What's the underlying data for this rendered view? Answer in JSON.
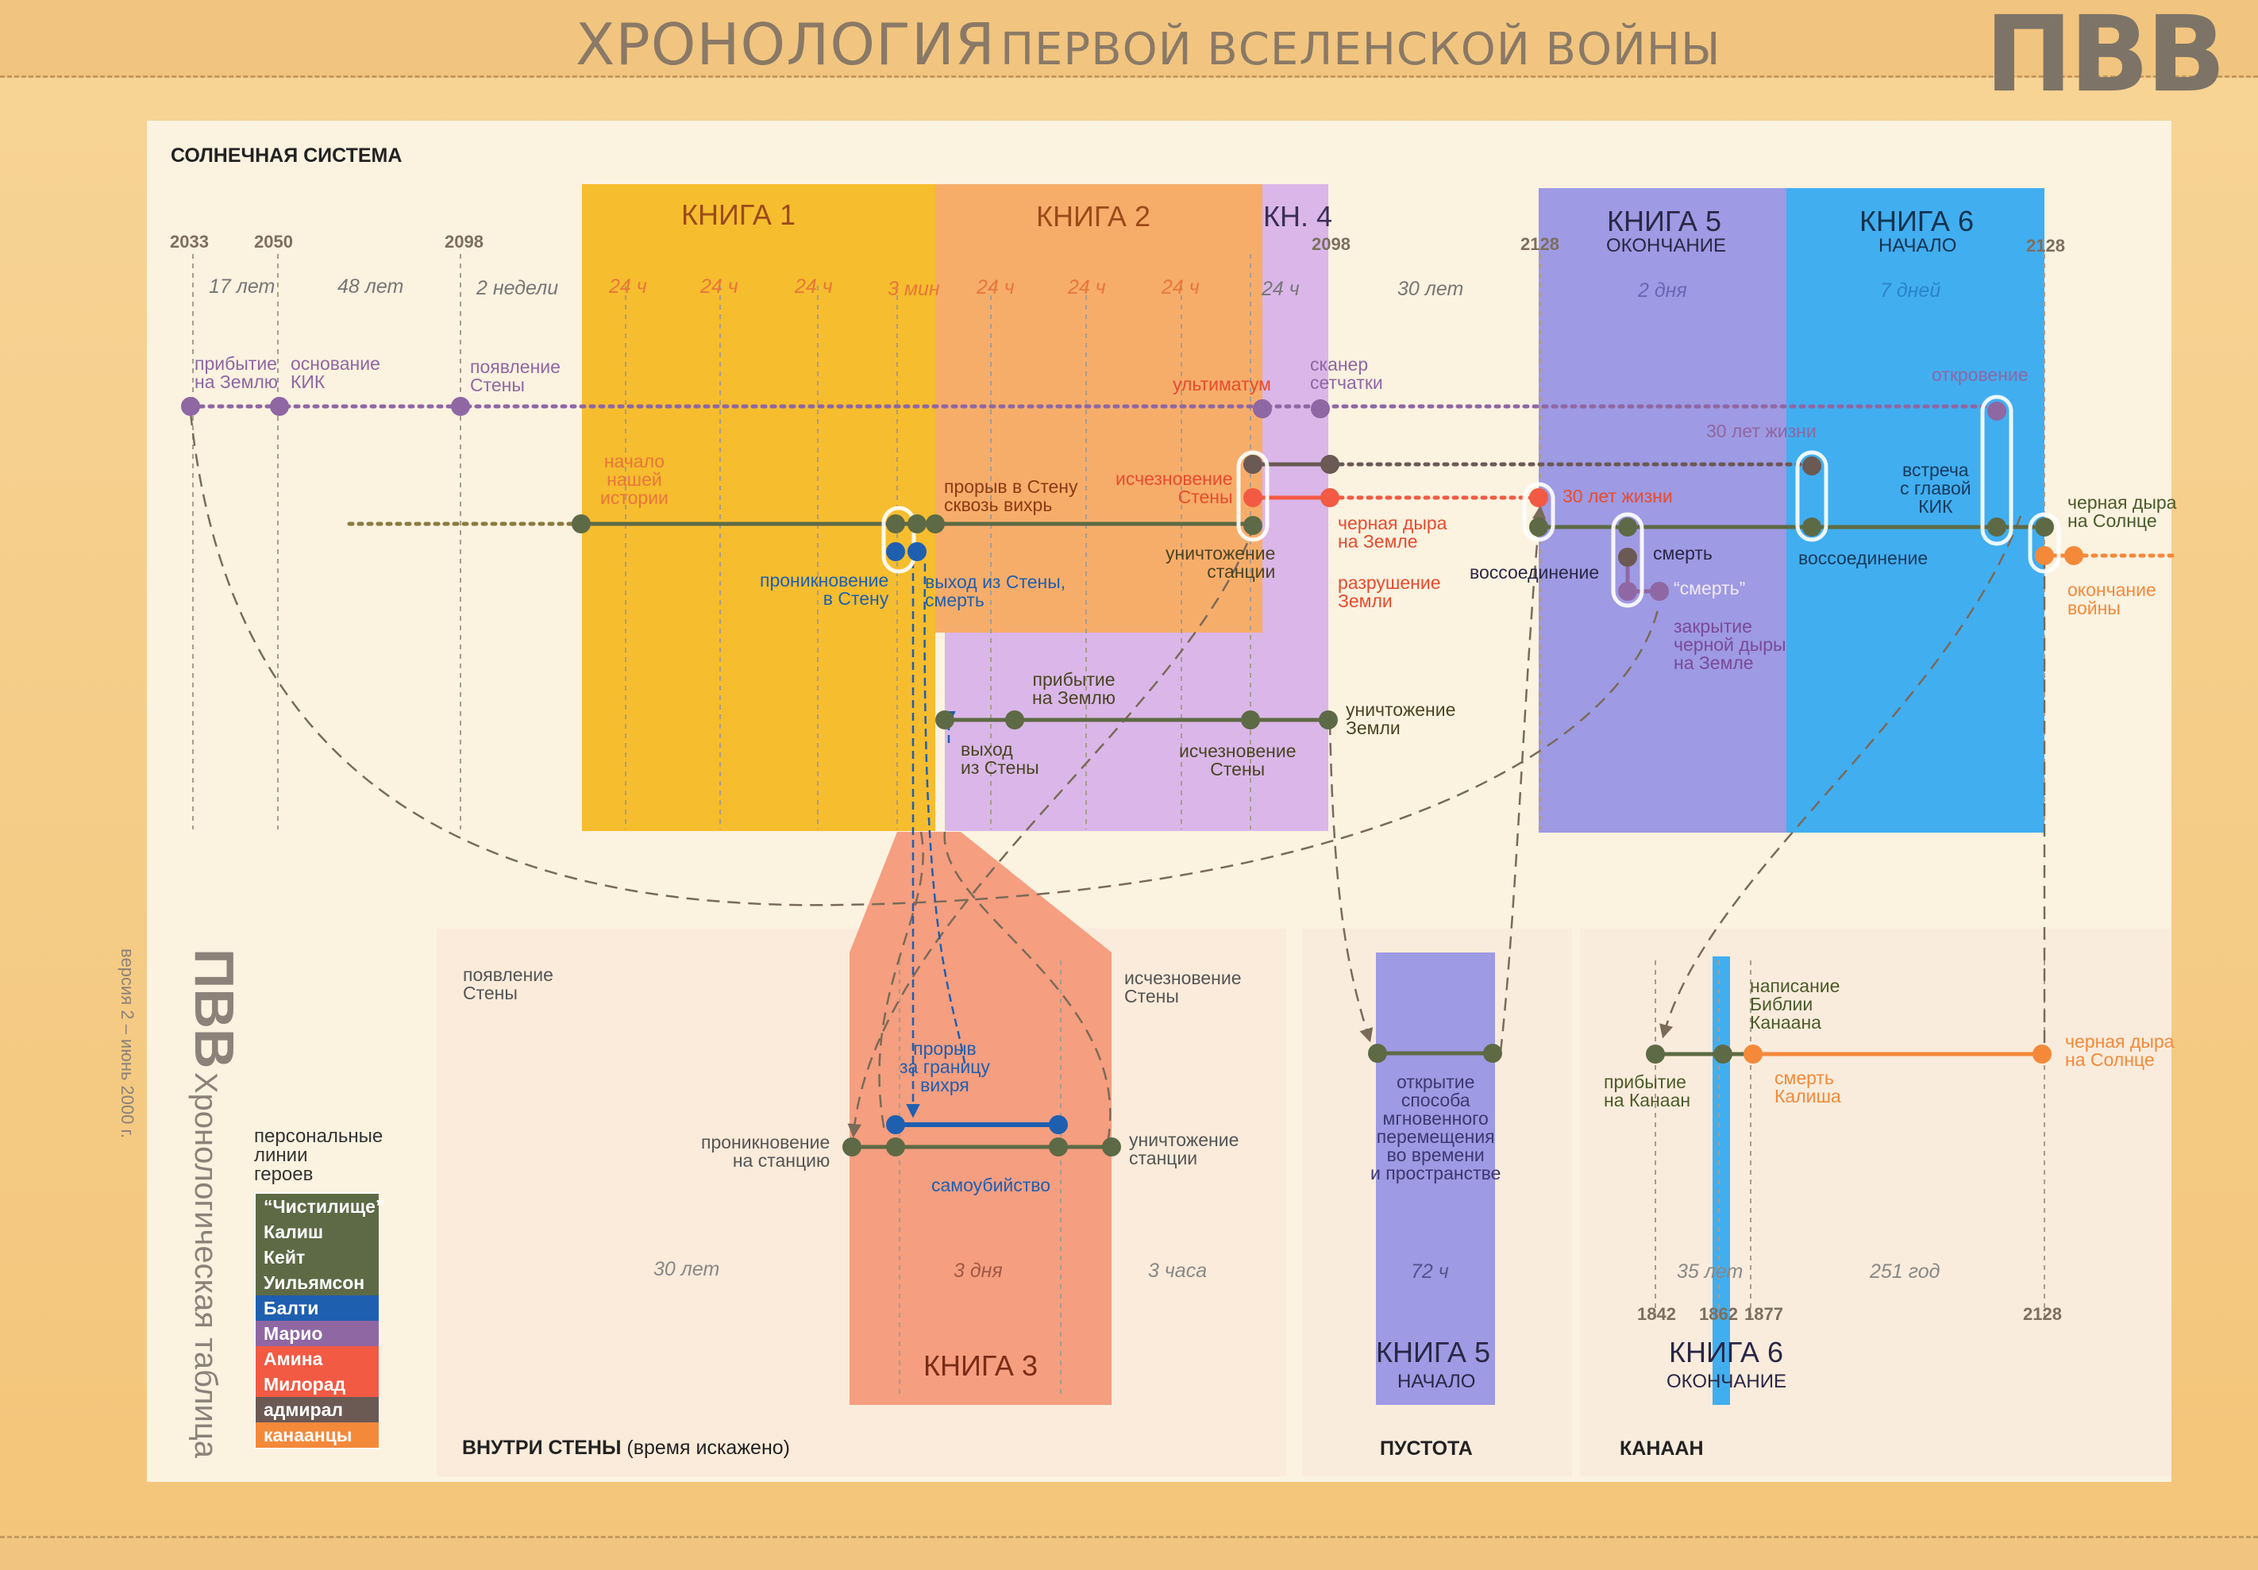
{
  "header": {
    "title_big": "ХРОНОЛОГИЯ",
    "title_small": "ПЕРВОЙ ВСЕЛЕНСКОЙ ВОЙНЫ",
    "logo": "ПВВ"
  },
  "side_caption": {
    "logo": "ПВВ",
    "title": "Хронологическая таблица",
    "version": "версия 2 – июнь 2000 г."
  },
  "sections": {
    "solar": "СОЛНЕЧНАЯ СИСТЕМА",
    "wall_bold": "ВНУТРИ СТЕНЫ",
    "wall_note": "(время искажено)",
    "void": "ПУСТОТА",
    "canaan": "КАНААН"
  },
  "books": {
    "b1": "КНИГА 1",
    "b2": "КНИГА 2",
    "b4": "КН. 4",
    "b5": "КНИГА 5",
    "b5_sub": "ОКОНЧАНИЕ",
    "b6": "КНИГА 6",
    "b6_sub": "НАЧАЛО",
    "b3": "КНИГА 3",
    "b5b": "КНИГА 5",
    "b5b_sub": "НАЧАЛО",
    "b6b": "КНИГА 6",
    "b6b_sub": "ОКОНЧАНИЕ"
  },
  "years": {
    "y2033": "2033",
    "y2050": "2050",
    "y2098a": "2098",
    "y2098b": "2098",
    "y2128a": "2128",
    "y2128b": "2128",
    "y1842": "1842",
    "y1862": "1862",
    "y1877": "1877",
    "y2128c": "2128"
  },
  "durations": {
    "d17": "17 лет",
    "d48": "48 лет",
    "d2w": "2 недели",
    "h1": "24 ч",
    "h2": "24 ч",
    "h3": "24 ч",
    "m3": "3 мин",
    "h4": "24 ч",
    "h5": "24 ч",
    "h6": "24 ч",
    "h7": "24 ч",
    "d30": "30 лет",
    "d2d": "2 дня",
    "d7d": "7 дней",
    "w30": "30 лет",
    "w3d": "3 дня",
    "w3h": "3 часа",
    "v72": "72 ч",
    "c35": "35 лет",
    "c251": "251 год"
  },
  "events": {
    "e_arrival": "прибытие\nна Землю",
    "e_kik": "основание\nКИК",
    "e_wall": "появление\nСтены",
    "e_ultimatum": "ультиматум",
    "e_scanner": "сканер\nсетчатки",
    "e_revelation": "откровение",
    "e_30life1": "30 лет жизни",
    "e_story": "начало\nнашей\nистории",
    "e_breach": "прорыв в Стену\nсквозь вихрь",
    "e_vanish1": "исчезновение\nСтены",
    "e_blackhole": "черная дыра\nна Земле",
    "e_30life2": "30 лет жизни",
    "e_meet": "встреча\nс главой\nКИК",
    "e_sunhole": "черная дыра\nна Солнце",
    "e_penetr": "проникновение\nв Стену",
    "e_exitdeath": "выход из Стены,\nсмерть",
    "e_station": "уничтожение\nстанции",
    "e_destroy": "разрушение\nЗемли",
    "e_reunion1": "воссоединение",
    "e_death": "смерть",
    "e_death_q": "“смерть”",
    "e_reunion2": "воссоединение",
    "e_end": "окончание\nвойны",
    "e_close": "закрытие\nчерной дыры\nна Земле",
    "e_arr2": "прибытие\nна Землю",
    "e_exit2": "выход\nиз Стены",
    "e_vanish2": "исчезновение\nСтены",
    "e_destroy2": "уничтожение\nЗемли",
    "w_wall": "появление\nСтены",
    "w_vanish": "исчезновение\nСтены",
    "w_breach": "прорыв\nза границу\nвихря",
    "w_pen": "проникновение\nна станцию",
    "w_dest": "уничтожение\nстанции",
    "w_suicide": "самоубийство",
    "v_open": "открытие\nспособа\nмгновенного\nперемещения\nво времени\nи пространстве",
    "c_bible": "написание\nБиблии\nКанаана",
    "c_arr": "прибытие\nна Канаан",
    "c_death": "смерть\nКалиша",
    "c_sun": "черная дыра\nна Солнце"
  },
  "legend": {
    "heading": "персональные\nлинии\nгероев",
    "items": [
      {
        "label": "“Чистилище”",
        "color": "#5d6a45"
      },
      {
        "label": "Калиш",
        "color": "#5d6a45"
      },
      {
        "label": "Кейт",
        "color": "#5d6a45"
      },
      {
        "label": "Уильямсон",
        "color": "#5d6a45"
      },
      {
        "label": "Балти",
        "color": "#1f5fb0"
      },
      {
        "label": "Марио",
        "color": "#8f67a3"
      },
      {
        "label": "Амина",
        "color": "#f25a43"
      },
      {
        "label": "Милорад",
        "color": "#f25a43"
      },
      {
        "label": "адмирал",
        "color": "#6b5953"
      },
      {
        "label": "канаанцы",
        "color": "#f5893a"
      }
    ]
  },
  "colors": {
    "book1": "#f6bd2e",
    "book2": "#f7ad6a",
    "book4": "#dab7e8",
    "book5": "#9e9ae3",
    "book6": "#41aef0",
    "book3": "#f59e80",
    "olive": "#5d6a45",
    "purple": "#8f67a3",
    "blue": "#1f5fb0",
    "red": "#f25a43",
    "orange": "#f5893a"
  }
}
